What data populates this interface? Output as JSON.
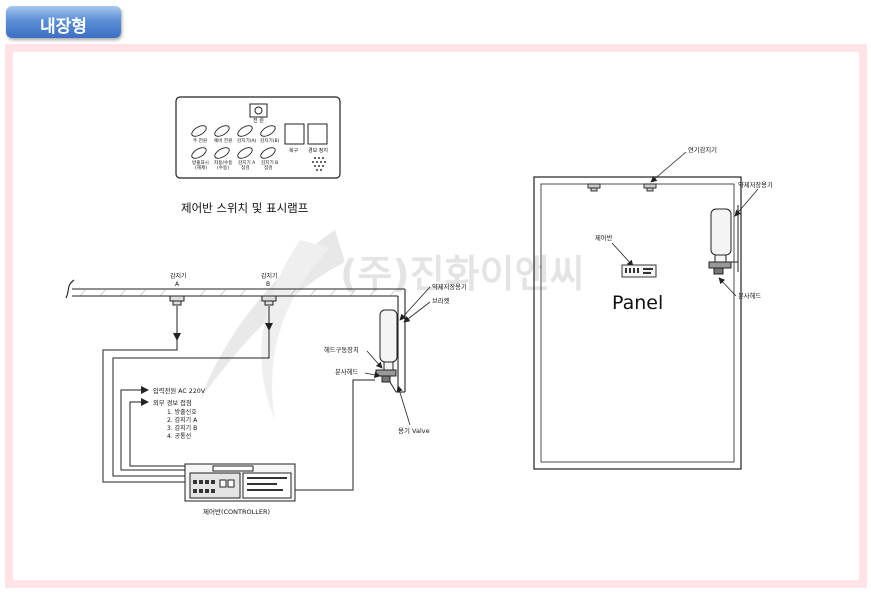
{
  "header": {
    "title": "내장형"
  },
  "watermark": "(주)진화이앤씨",
  "switch_panel": {
    "caption": "제어반 스위치 및 표시램프",
    "power_label": "전 원",
    "reset_label": "복구",
    "buzzer_label": "경보 정지",
    "lamps": [
      [
        "주 전원",
        "예비 전원",
        "감지기(A)",
        "감지기(B)"
      ],
      [
        "방출표시\n(해제)",
        "자동/수동\n(수동)",
        "감지기 A\n점검",
        "감지기 B\n점검"
      ]
    ]
  },
  "left_diagram": {
    "detector_a": [
      "감지기",
      "A"
    ],
    "detector_b": [
      "감지기",
      "B"
    ],
    "agent_tank": "약제저장용기",
    "bracket": "브라켓",
    "head_actuator": "헤드구동장치",
    "spray_head": "분사헤드",
    "valve": "용기 Valve",
    "power_input": "입력전원 AC 220V",
    "external_title": "외부 경보 접점",
    "external_items": [
      "1. 방출신호",
      "2. 감지기 A",
      "3. 감지기 B",
      "4. 공통선"
    ],
    "controller": "제어반(CONTROLLER)"
  },
  "right_diagram": {
    "smoke_detector": "연기감지기",
    "agent_tank": "약제저장용기",
    "control_panel": "제어반",
    "panel_label": "Panel",
    "spray_head": "분사헤드"
  },
  "colors": {
    "tab": "#4a7fcf",
    "frame": "#fde3e5",
    "line": "#222222"
  }
}
